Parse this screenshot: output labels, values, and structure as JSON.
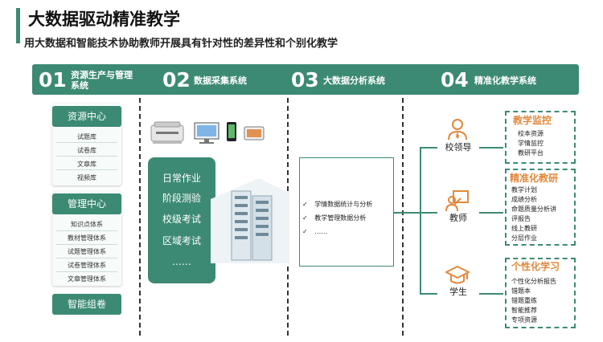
{
  "header": {
    "title": "大数据驱动精准教学",
    "subtitle": "用大数据和智能技术协助教师开展具有针对性的差异性和个别化教学"
  },
  "columns": [
    {
      "num": "01",
      "label_line1": "资源生产与管理",
      "label_line2": "系统"
    },
    {
      "num": "02",
      "label": "数据采集系统"
    },
    {
      "num": "03",
      "label": "大数据分析系统"
    },
    {
      "num": "04",
      "label": "精准化教学系统"
    }
  ],
  "resource_center": {
    "title": "资源中心",
    "items": [
      "试题库",
      "试卷库",
      "文章库",
      "视频库"
    ]
  },
  "management_center": {
    "title": "管理中心",
    "items": [
      "知识点体系",
      "教材管理体系",
      "试题管理体系",
      "试卷管理体系",
      "文章管理体系"
    ]
  },
  "smart_paper": {
    "label": "智能组卷"
  },
  "collection_items": [
    "日常作业",
    "阶段测验",
    "校级考试",
    "区域考试",
    "……"
  ],
  "analysis_items": [
    {
      "mark": "✓",
      "text": "学情数据统计与分析"
    },
    {
      "mark": "✓",
      "text": "教学管理数据分析"
    },
    {
      "mark": "✓",
      "text": "……"
    }
  ],
  "roles": [
    {
      "name": "校领导",
      "icon": "leader-icon"
    },
    {
      "name": "教师",
      "icon": "teacher-icon"
    },
    {
      "name": "学生",
      "icon": "student-icon"
    }
  ],
  "teaching_monitor": {
    "title": "教学监控",
    "items": [
      "校本资源",
      "学情监控",
      "教研平台"
    ]
  },
  "precise_research": {
    "title": "精准化教研",
    "items": [
      "教学计划",
      "成绩分析",
      "命题质量分析讲",
      "评报告",
      "线上教研",
      "分层作业"
    ]
  },
  "personal_learning": {
    "title": "个性化学习",
    "items": [
      "个性化分析报告",
      "错题本",
      "错题重练",
      "智能推荐",
      "专项资源"
    ]
  },
  "colors": {
    "brand": "#3c8a74",
    "accent": "#e2893c"
  }
}
